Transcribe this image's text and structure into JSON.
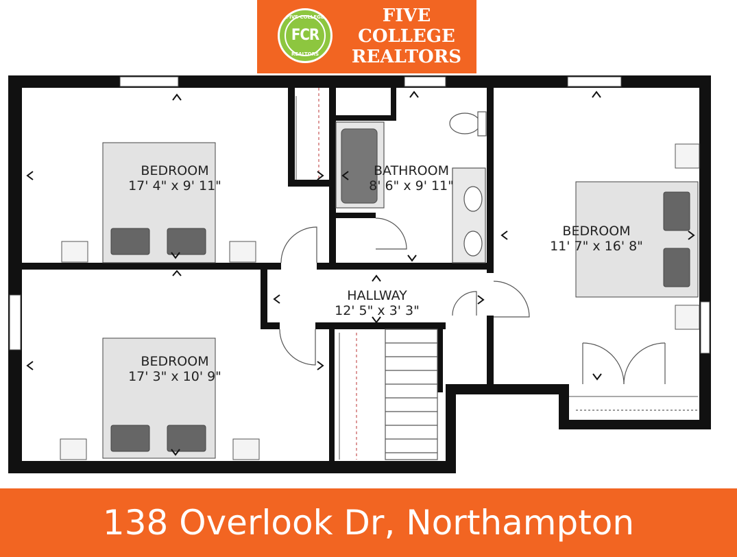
{
  "logo": {
    "badge": "FCR",
    "ring_top": "FIVE COLLEGE",
    "ring_bottom": "REALTORS",
    "line1": "FIVE",
    "line2": "COLLEGE",
    "line3": "REALTORS",
    "brand_color": "#f26522",
    "badge_color": "#8dc63f"
  },
  "rooms": [
    {
      "name": "BEDROOM",
      "size": "17' 4\" x 9' 11\""
    },
    {
      "name": "BATHROOM",
      "size": "8' 6\" x 9' 11\""
    },
    {
      "name": "BEDROOM",
      "size": "11' 7\" x 16' 8\""
    },
    {
      "name": "HALLWAY",
      "size": "12' 5\" x 3' 3\""
    },
    {
      "name": "BEDROOM",
      "size": "17' 3\" x 10' 9\""
    }
  ],
  "footer": {
    "address": "138 Overlook Dr, Northampton"
  }
}
